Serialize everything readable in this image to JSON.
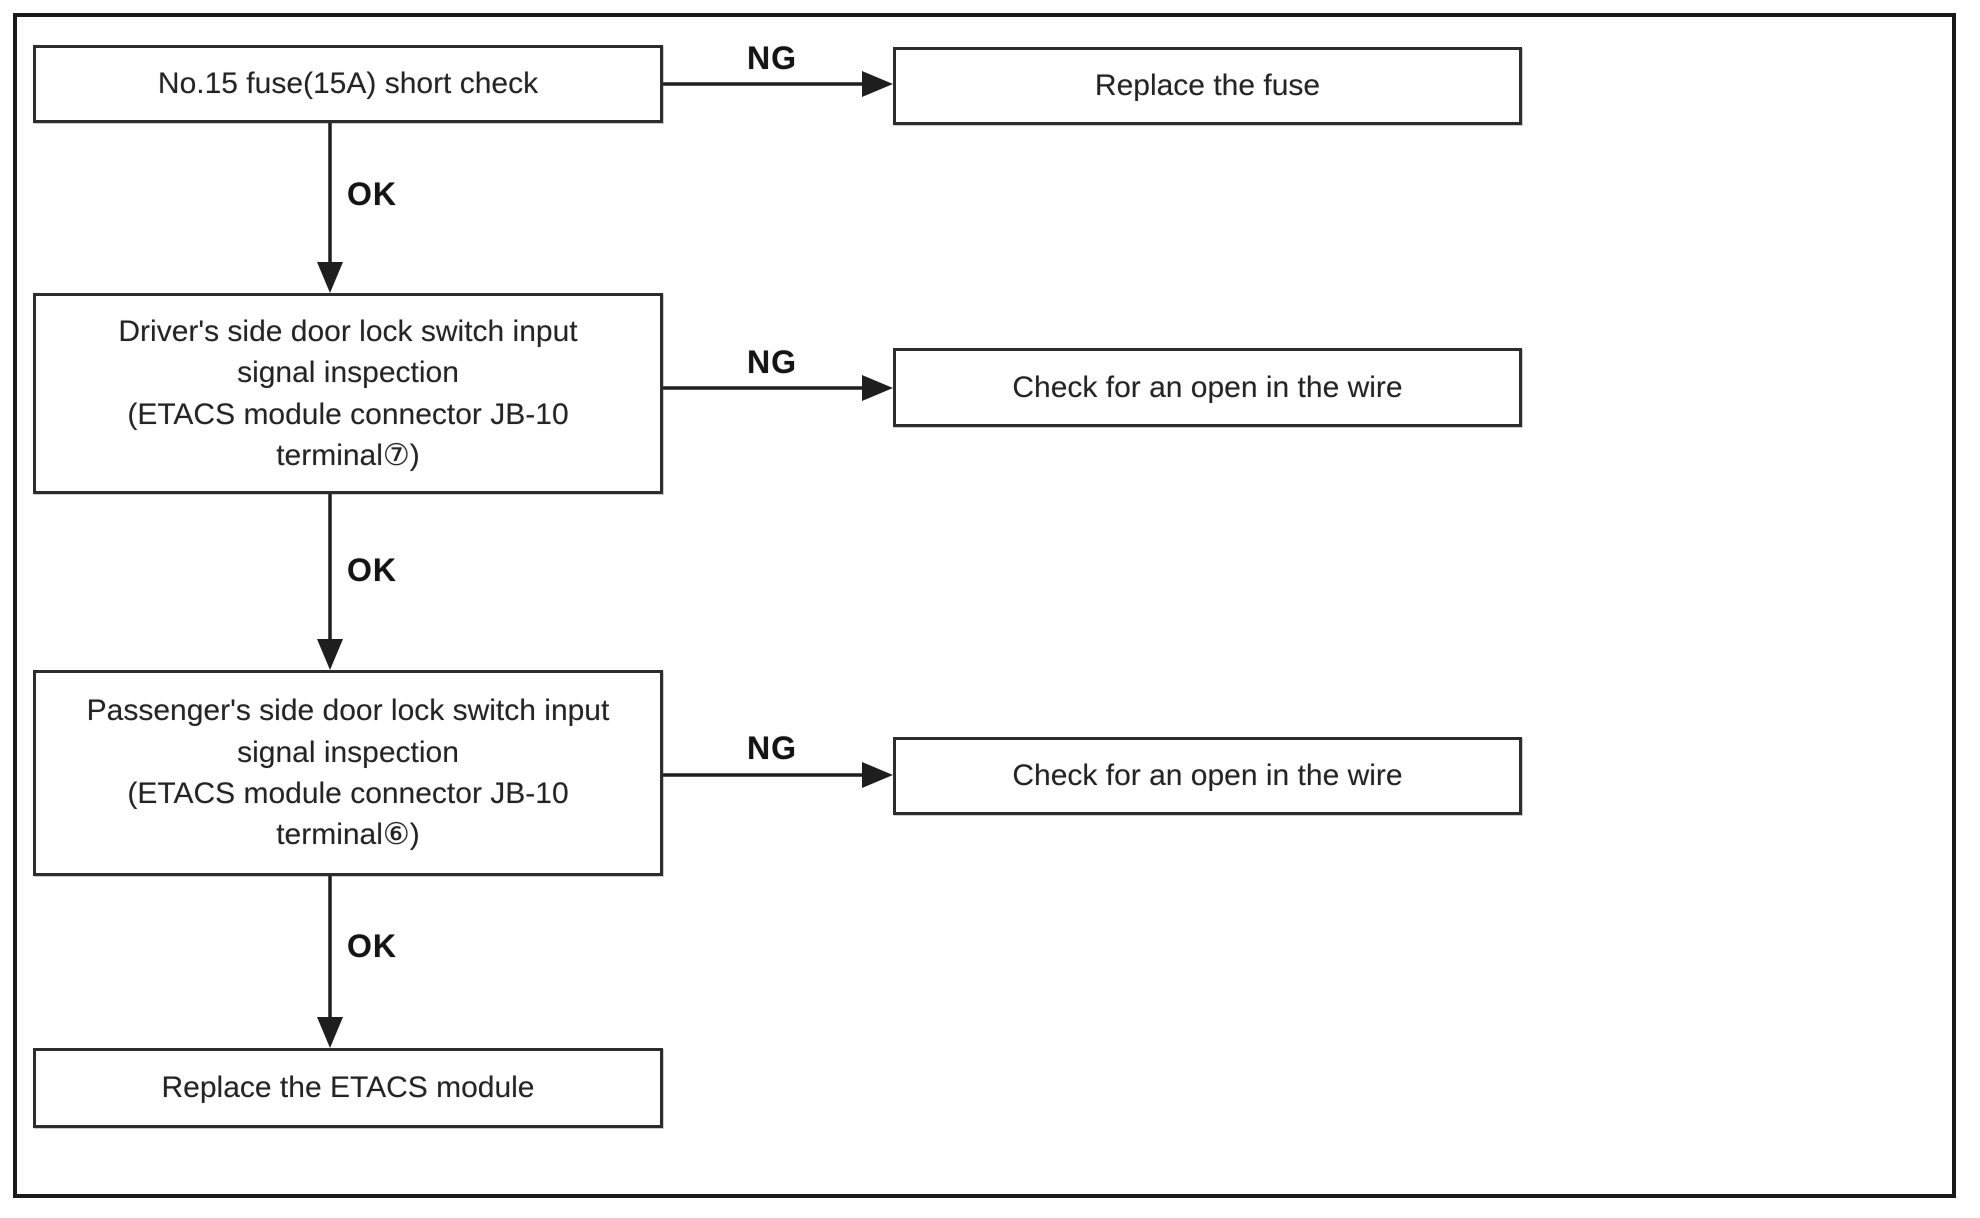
{
  "diagram_type": "troubleshooting-flowchart",
  "labels": {
    "ok": "OK",
    "ng": "NG"
  },
  "nodes": {
    "fuse_check": "No.15 fuse(15A) short check",
    "replace_fuse": "Replace the fuse",
    "driver_inspection": "Driver's side door lock switch input\nsignal inspection\n(ETACS module connector JB-10\nterminal⑦)",
    "check_open_wire_1": "Check for an open in the wire",
    "passenger_inspection": "Passenger's side door lock switch input\nsignal inspection\n(ETACS module connector JB-10\nterminal⑥)",
    "check_open_wire_2": "Check for an open in the wire",
    "replace_etacs": "Replace the ETACS module"
  },
  "edges": [
    {
      "from": "fuse_check",
      "to": "replace_fuse",
      "label": "NG",
      "direction": "right"
    },
    {
      "from": "fuse_check",
      "to": "driver_inspection",
      "label": "OK",
      "direction": "down"
    },
    {
      "from": "driver_inspection",
      "to": "check_open_wire_1",
      "label": "NG",
      "direction": "right"
    },
    {
      "from": "driver_inspection",
      "to": "passenger_inspection",
      "label": "OK",
      "direction": "down"
    },
    {
      "from": "passenger_inspection",
      "to": "check_open_wire_2",
      "label": "NG",
      "direction": "right"
    },
    {
      "from": "passenger_inspection",
      "to": "replace_etacs",
      "label": "OK",
      "direction": "down"
    }
  ],
  "colors": {
    "line": "#1e1e1e",
    "text": "#242424",
    "background": "#ffffff",
    "border": "#191919"
  }
}
